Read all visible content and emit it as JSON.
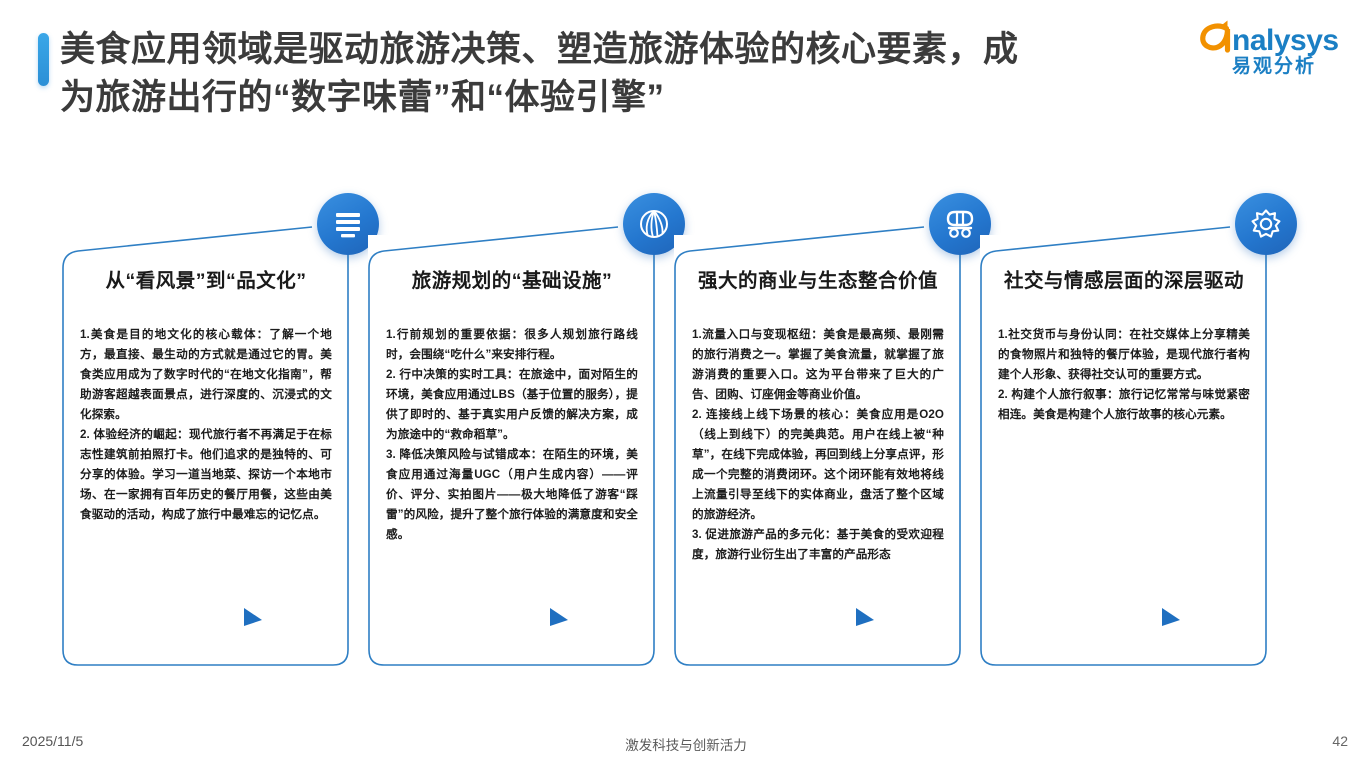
{
  "header": {
    "title_line1": "美食应用领域是驱动旅游决策、塑造旅游体验的核心要素，成",
    "title_line2": "为旅游出行的“数字味蕾”和“体验引擎”",
    "accent_color": "#2f93da"
  },
  "logo": {
    "brand_en": "analysys",
    "brand_cn": "易观分析",
    "accent_orange": "#f29100",
    "accent_blue": "#1b7fc4"
  },
  "cards": [
    {
      "icon": "list-lines-icon",
      "title": "从“看风景”到“品文化”",
      "paragraphs": [
        "1.美食是目的地文化的核心载体：了解一个地方，最直接、最生动的方式就是通过它的胃。美食类应用成为了数字时代的“在地文化指南”，帮助游客超越表面景点，进行深度的、沉浸式的文化探索。",
        "2. 体验经济的崛起：现代旅行者不再满足于在标志性建筑前拍照打卡。他们追求的是独特的、可分享的体验。学习一道当地菜、探访一个本地市场、在一家拥有百年历史的餐厅用餐，这些由美食驱动的活动，构成了旅行中最难忘的记忆点。"
      ]
    },
    {
      "icon": "globe-icon",
      "title": "旅游规划的“基础设施”",
      "paragraphs": [
        "1.行前规划的重要依据：很多人规划旅行路线时，会围绕“吃什么”来安排行程。",
        "2. 行中决策的实时工具：在旅途中，面对陌生的环境，美食应用通过LBS（基于位置的服务），提供了即时的、基于真实用户反馈的解决方案，成为旅途中的“救命稻草”。",
        "3. 降低决策风险与试错成本：在陌生的环境，美食应用通过海量UGC（用户生成内容）——评价、评分、实拍图片——极大地降低了游客“踩雷”的风险，提升了整个旅行体验的满意度和安全感。"
      ]
    },
    {
      "icon": "cart-icon",
      "title": "强大的商业与生态整合价值",
      "paragraphs": [
        "1.流量入口与变现枢纽：美食是最高频、最刚需的旅行消费之一。掌握了美食流量，就掌握了旅游消费的重要入口。这为平台带来了巨大的广告、团购、订座佣金等商业价值。",
        "2. 连接线上线下场景的核心：美食应用是O2O（线上到线下）的完美典范。用户在线上被“种草”，在线下完成体验，再回到线上分享点评，形成一个完整的消费闭环。这个闭环能有效地将线上流量引导至线下的实体商业，盘活了整个区域的旅游经济。",
        "3. 促进旅游产品的多元化：基于美食的受欢迎程度，旅游行业衍生出了丰富的产品形态"
      ]
    },
    {
      "icon": "gear-sun-icon",
      "title": "社交与情感层面的深层驱动",
      "paragraphs": [
        "1.社交货币与身份认同：在社交媒体上分享精美的食物照片和独特的餐厅体验，是现代旅行者构建个人形象、获得社交认可的重要方式。",
        "2. 构建个人旅行叙事：旅行记忆常常与味觉紧密相连。美食是构建个人旅行故事的核心元素。"
      ]
    }
  ],
  "footer": {
    "date": "2025/11/5",
    "center_text": "激发科技与创新活力",
    "page_number": "42"
  },
  "theme": {
    "card_border": "#2f7fc4",
    "icon_blue": "#2477cf",
    "arrow_blue": "#1f6fc0"
  }
}
